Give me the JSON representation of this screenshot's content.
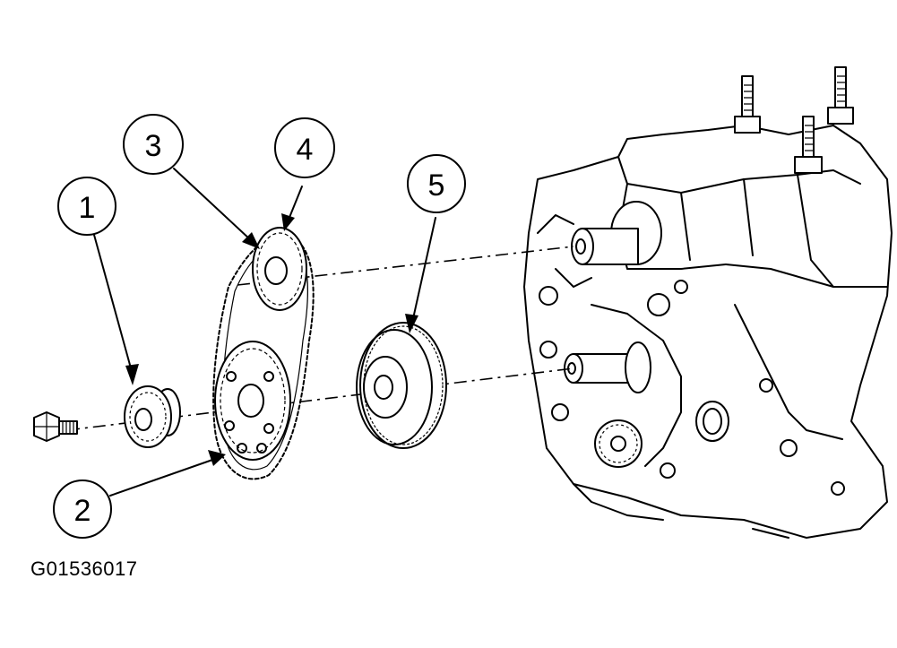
{
  "figure_id": "G01536017",
  "callouts": [
    {
      "label": "1"
    },
    {
      "label": "2"
    },
    {
      "label": "3"
    },
    {
      "label": "4"
    },
    {
      "label": "5"
    }
  ],
  "colors": {
    "ink": "#000000",
    "paper": "#ffffff"
  }
}
